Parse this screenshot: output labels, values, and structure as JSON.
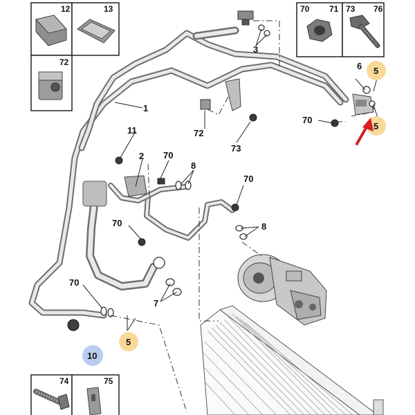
{
  "inset_tiles": [
    {
      "label": "12",
      "icon": "rubber-pad-icon"
    },
    {
      "label": "13",
      "icon": "edge-clip-icon"
    },
    {
      "label": "72",
      "icon": "clip-nut-icon"
    },
    {
      "label": "70",
      "icon": "nut-icon"
    },
    {
      "label": "71",
      "icon": ""
    },
    {
      "label": "73",
      "icon": "bolt-icon"
    },
    {
      "label": "76",
      "icon": "flange-bolt-icon"
    },
    {
      "label": "74",
      "icon": "stud-bolt-icon"
    },
    {
      "label": "75",
      "icon": "bracket-icon"
    }
  ],
  "callouts": {
    "c1": "1",
    "c2": "2",
    "c3": "3",
    "c5a": "5",
    "c5b": "5",
    "c5c": "5",
    "c6": "6",
    "c7": "7",
    "c8a": "8",
    "c8b": "8",
    "c10": "10",
    "c11": "11",
    "c70a": "70",
    "c70b": "70",
    "c70c": "70",
    "c70d": "70",
    "c70e": "70",
    "c72": "72",
    "c73": "73"
  },
  "colors": {
    "highlight_orange": "#f9d99a",
    "highlight_blue": "#b9cdf0",
    "arrow_red": "#d42020"
  }
}
